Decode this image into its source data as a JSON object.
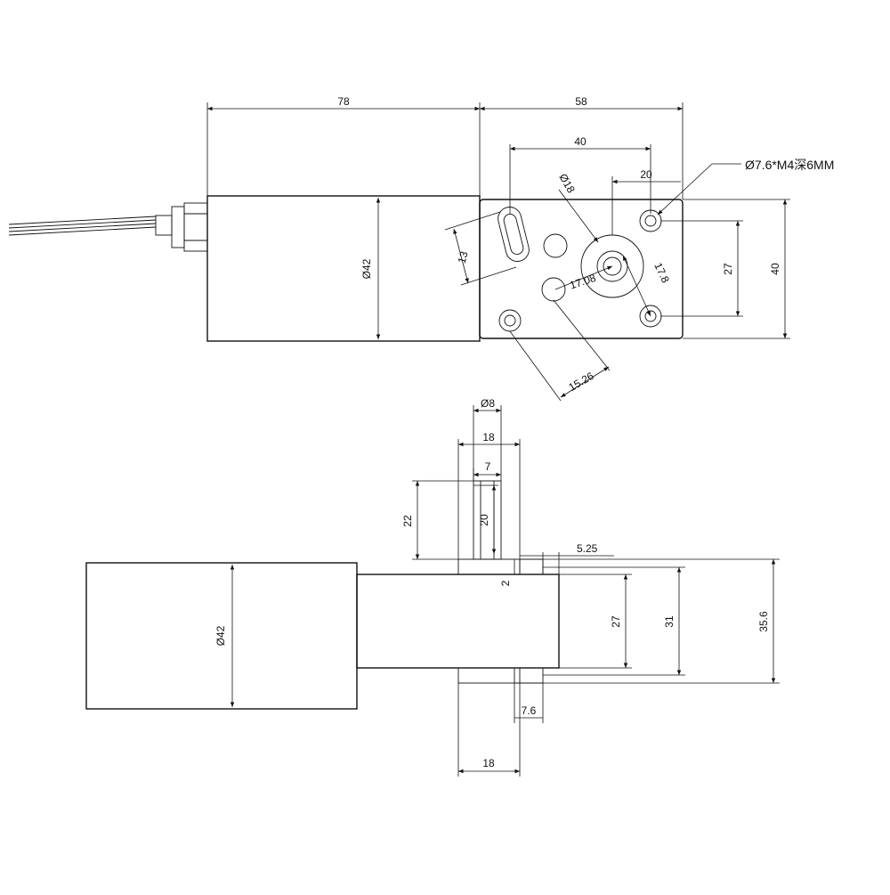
{
  "top_view": {
    "dim_body_length": "78",
    "dim_gearbox_length": "58",
    "dim_hole_spacing_x": "40",
    "dim_offset_20": "20",
    "dim_shaft_boss_dia": "Ø18",
    "dim_motor_dia": "Ø42",
    "dim_slot": "13",
    "dim_center": "17.08",
    "dim_17_8": "17.8",
    "dim_hole_spacing_y": "27",
    "dim_plate_height": "40",
    "dim_15_26": "15.26",
    "hole_note": "Ø7.6*M4深6MM"
  },
  "side_view": {
    "dim_shaft_dia": "Ø8",
    "dim_flange_18_top": "18",
    "dim_7": "7",
    "dim_22": "22",
    "dim_20": "20",
    "dim_5_25": "5.25",
    "dim_2": "2",
    "dim_motor_dia": "Ø42",
    "dim_27": "27",
    "dim_31": "31",
    "dim_35_6": "35.6",
    "dim_7_6": "7.6",
    "dim_flange_18_bottom": "18"
  }
}
